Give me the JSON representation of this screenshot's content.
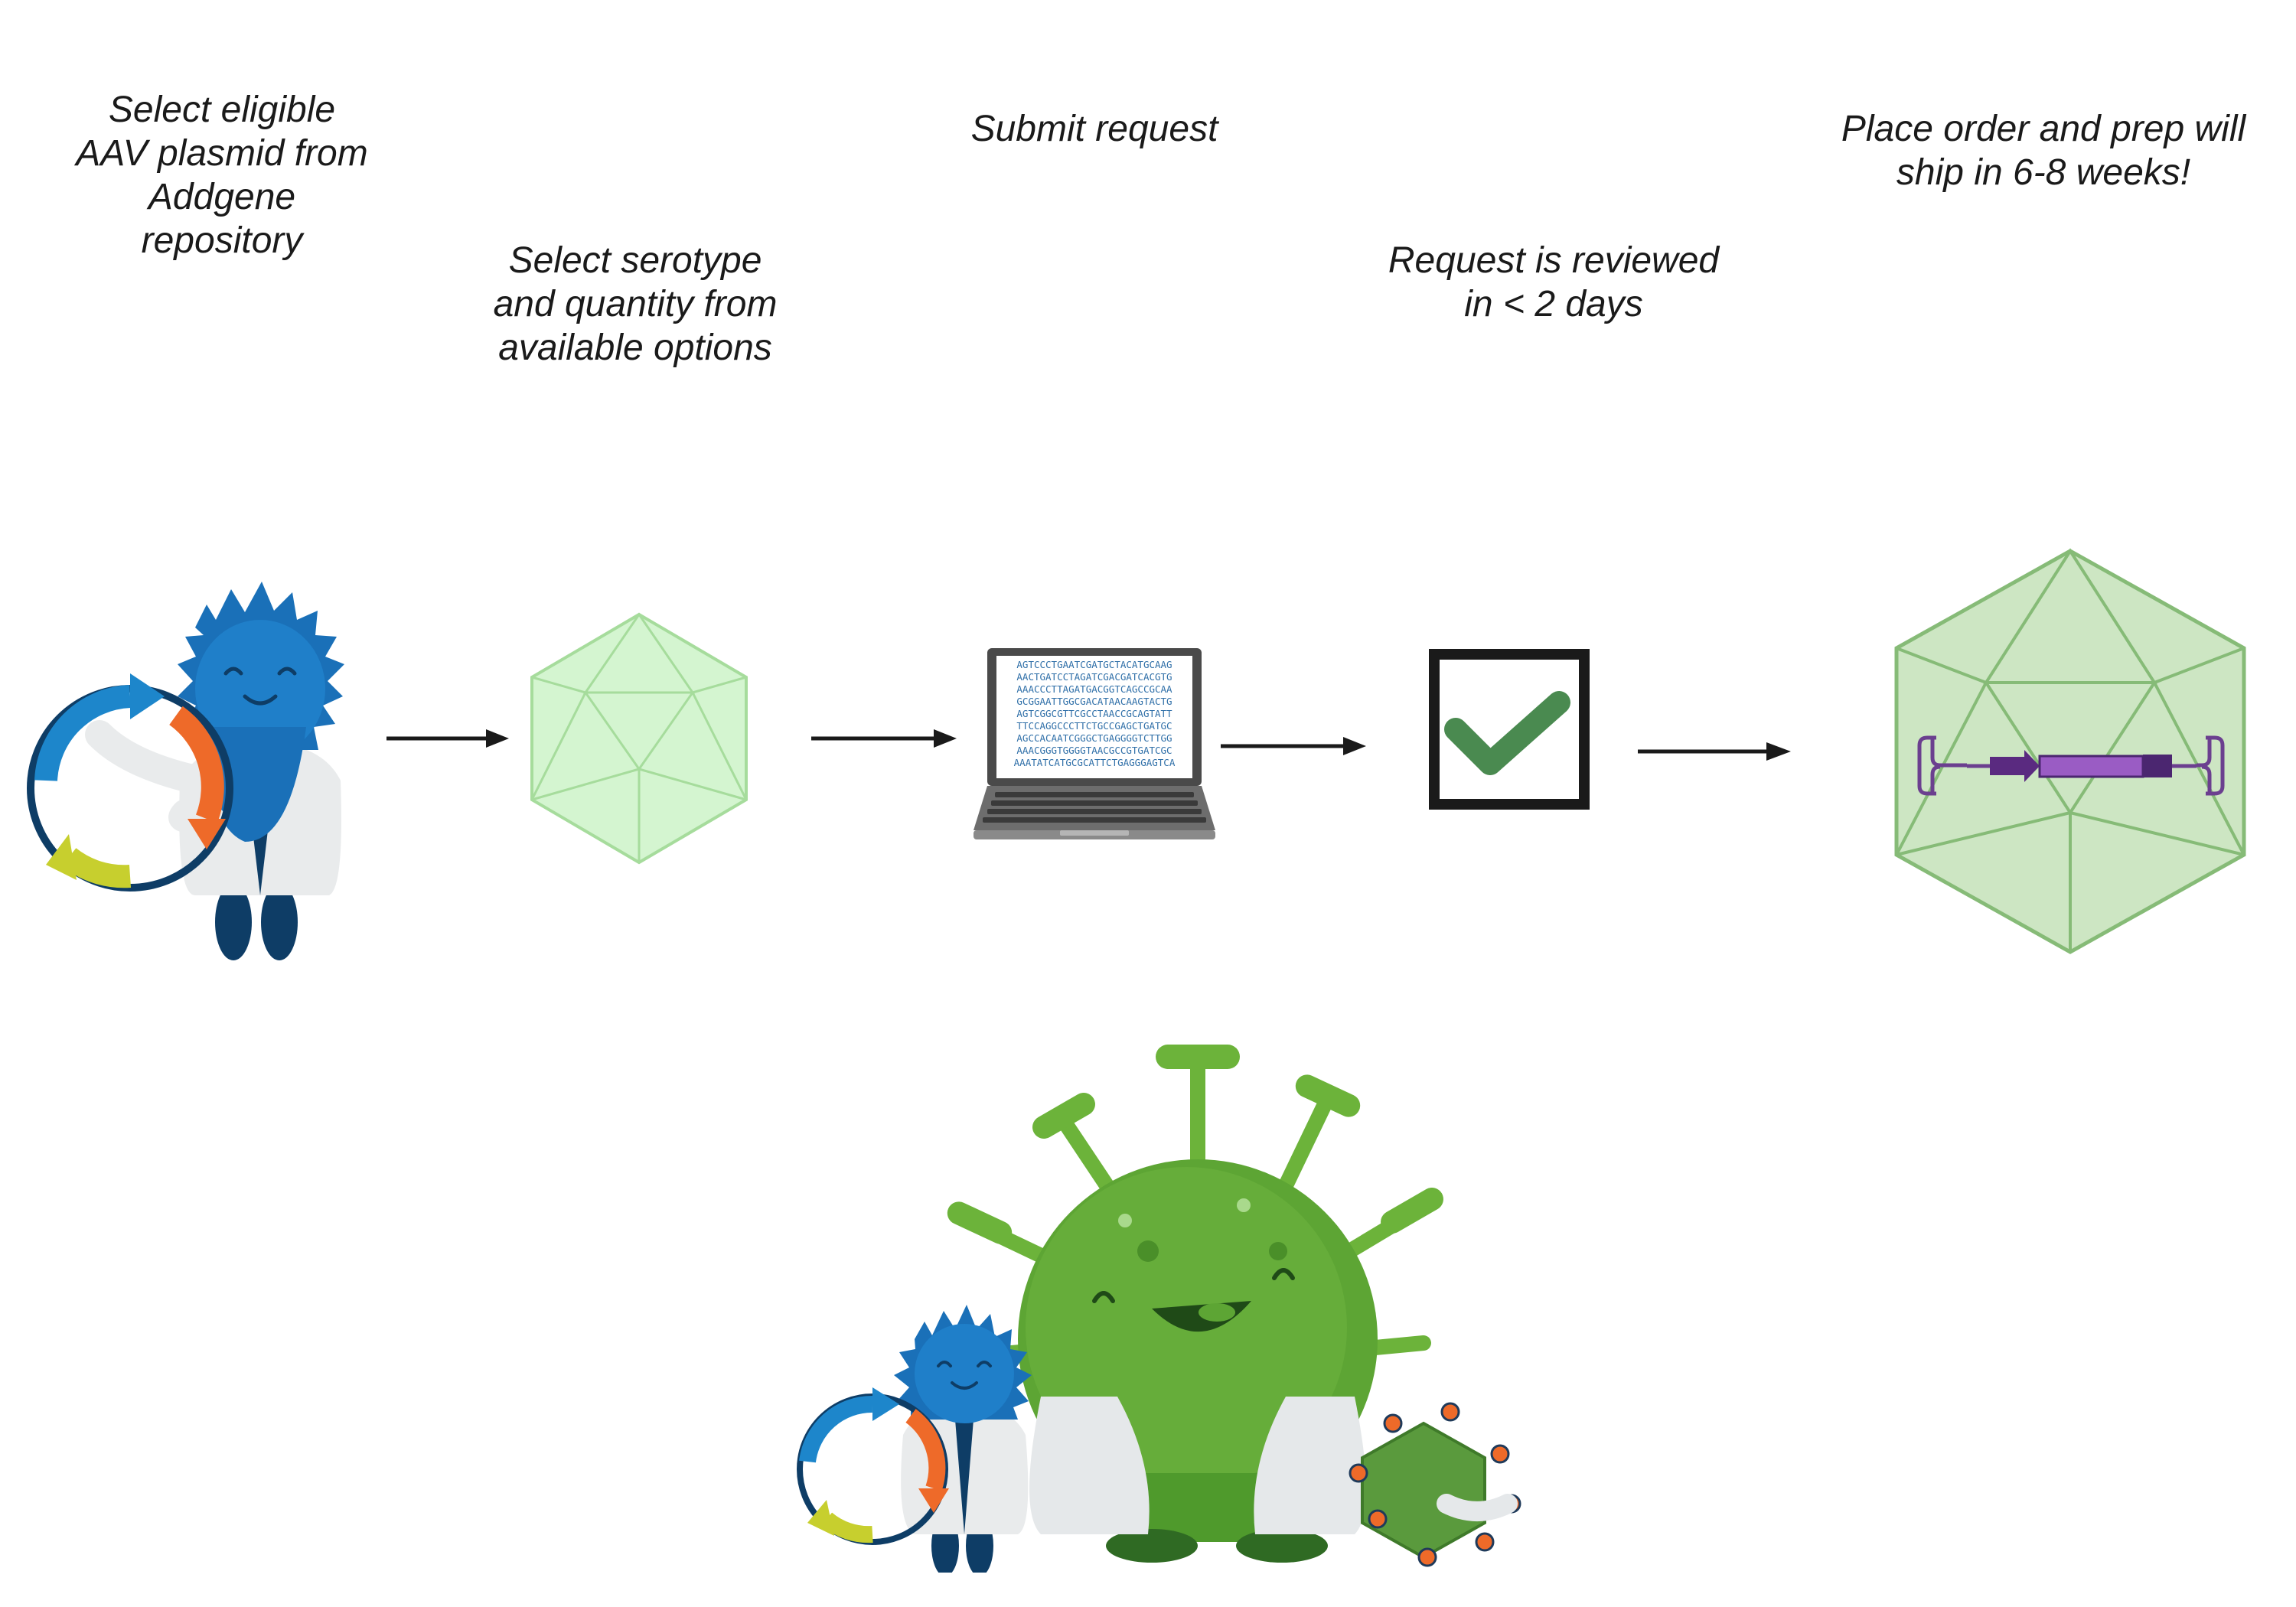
{
  "steps": [
    {
      "label": "Select eligible\nAAV plasmid from\nAddgene\nrepository",
      "figure": "blue-scientist-with-plasmid-icon"
    },
    {
      "label": "Select serotype\nand quantity from\navailable options",
      "figure": "empty-capsid-icon"
    },
    {
      "label": "Submit request",
      "figure": "laptop-icon"
    },
    {
      "label": "Request is reviewed\nin < 2 days",
      "figure": "checkbox-check-icon"
    },
    {
      "label": "Place order and prep will\nship in 6-8 weeks!",
      "figure": "packaged-capsid-icon"
    }
  ],
  "laptop_screen_lines": [
    "AGTCCCTGAATCGATGCTACATGCAAG",
    "AACTGATCCTAGATCGACGATCACGTG",
    "AAACCCTTAGATGACGGTCAGCCGCAA",
    "GCGGAATTGGCGACATAACAAGTACTG",
    "AGTCGGCGTTCGCCTAACCGCAGTATT",
    "TTCCAGGCCCTTCTGCCGAGCTGATGC",
    "AGCCACAATCGGGCTGAGGGGTCTTGG",
    "AAACGGGTGGGGTAACGCCGTGATCGC",
    "AAATATCATGCGCATTCTGAGGGAGTCA"
  ],
  "colors": {
    "text": "#1a1a1a",
    "arrow": "#1a1a1a",
    "capsid_fill": "#d4f5d0",
    "capsid_stroke": "#a6dc9c",
    "capsid_large_fill": "#cde6c3",
    "capsid_large_stroke": "#86bb77",
    "check_green": "#4a8a50",
    "plasmid_blue": "#1d86cb",
    "plasmid_orange": "#ee6a29",
    "plasmid_yellow": "#c7cf2e",
    "plasmid_navy": "#0e3d66",
    "mascot_blue": "#1a70b8",
    "virus_green": "#5da534",
    "insert_purple": "#9a5cc4"
  },
  "footer_figure": "mascots-group-icon"
}
